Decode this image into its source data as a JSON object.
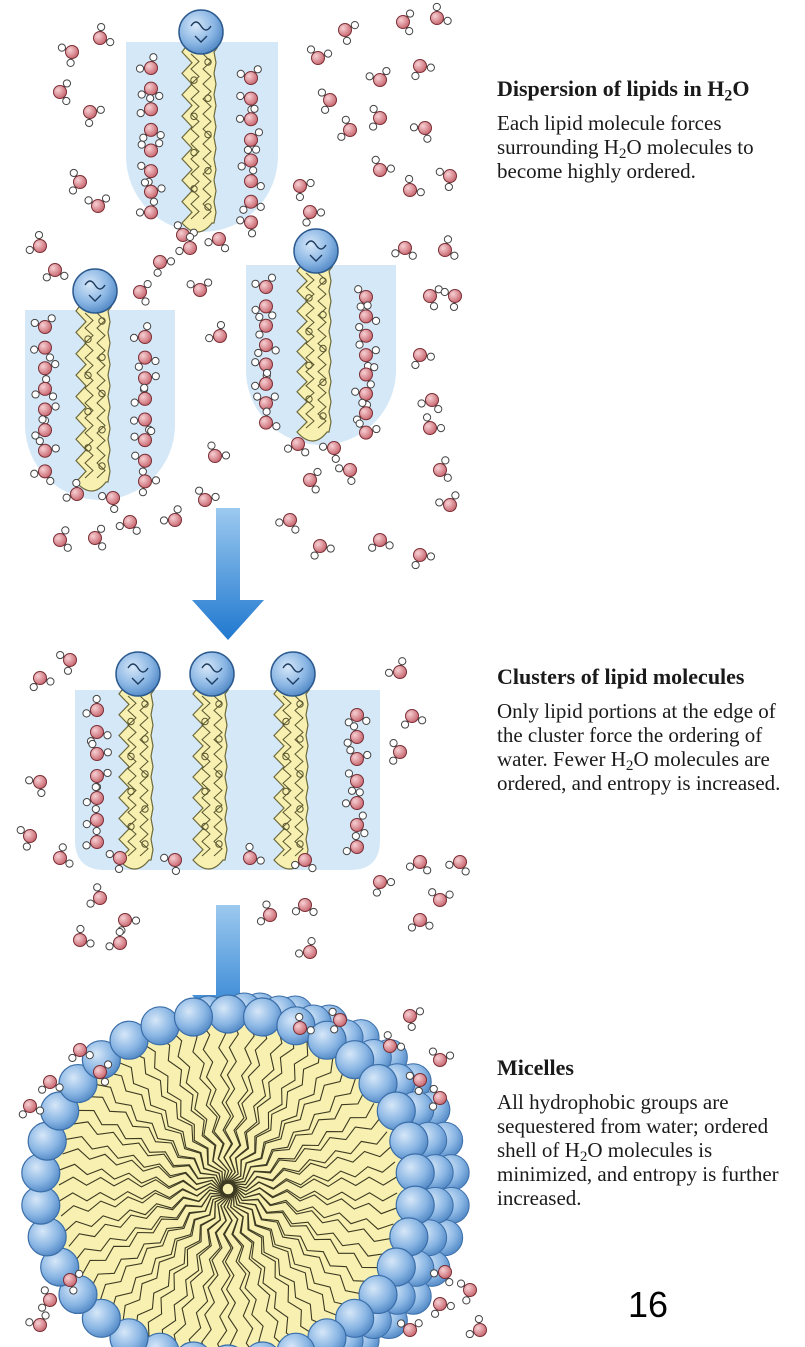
{
  "figure": {
    "panels": [
      {
        "id": "dispersion",
        "title_parts": [
          "Dispersion of lipids in H",
          "2",
          "O"
        ],
        "body_parts": [
          "Each lipid molecule forces surrounding H",
          "2",
          "O molecules to become highly ordered."
        ]
      },
      {
        "id": "clusters",
        "title_parts": [
          "Clusters of lipid molecules"
        ],
        "body_parts": [
          "Only lipid portions at the edge of the cluster force the ordering of water. Fewer H",
          "2",
          "O molecules are ordered, and entropy is increased."
        ]
      },
      {
        "id": "micelles",
        "title_parts": [
          "Micelles"
        ],
        "body_parts": [
          "All hydrophobic groups are sequestered from water;  ordered shell of H",
          "2",
          "O molecules is minimized, and entropy is further increased."
        ]
      }
    ],
    "page_number": "16"
  },
  "colors": {
    "water_shell": "#d4e8f7",
    "lipid_tail": "#f7f0b0",
    "head_group": "#86b3e2",
    "arrow": "#2f86d6",
    "oxygen": "#d97f86",
    "hydrogen": "#ffffff"
  }
}
